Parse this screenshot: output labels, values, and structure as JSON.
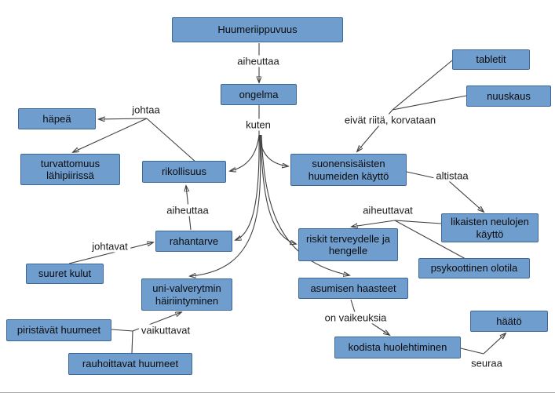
{
  "title": "Huumeriippuvuus",
  "colors": {
    "node_fill": "#6f9dce",
    "node_border": "#3c6796",
    "line": "#3f3f3f",
    "arrow": "#1a1a1a",
    "background": "#ffffff"
  },
  "nodes": {
    "huumeriippuvuus": {
      "label": "Huumeriippuvuus"
    },
    "ongelma": {
      "label": "ongelma"
    },
    "tabletit": {
      "label": "tabletit"
    },
    "nuuskaus": {
      "label": "nuuskaus"
    },
    "suonensisaisten": {
      "label": "suonensisäisten huumeiden käyttö"
    },
    "likaisten": {
      "label": "likaisten neulojen käyttö"
    },
    "psykoottinen": {
      "label": "psykoottinen olotila"
    },
    "hapea": {
      "label": "häpeä"
    },
    "turvattomuus": {
      "label": "turvattomuus lähipiirissä"
    },
    "rikollisuus": {
      "label": "rikollisuus"
    },
    "rahantarve": {
      "label": "rahantarve"
    },
    "suuret_kulut": {
      "label": "suuret kulut"
    },
    "uni_valverytmin": {
      "label": "uni-valverytmin häiriintyminen"
    },
    "riskit": {
      "label": "riskit terveydelle ja hengelle"
    },
    "asumisen": {
      "label": "asumisen haasteet"
    },
    "piristavat": {
      "label": "piristävät huumeet"
    },
    "rauhoittavat": {
      "label": "rauhoittavat huumeet"
    },
    "kodista": {
      "label": "kodista huolehtiminen"
    },
    "haato": {
      "label": "häätö"
    }
  },
  "edge_labels": {
    "aiheuttaa_top": "aiheuttaa",
    "kuten": "kuten",
    "johtaa": "johtaa",
    "eivat_riita": "eivät riitä, korvataan",
    "altistaa": "altistaa",
    "aiheuttaa_mid": "aiheuttaa",
    "aiheuttavat": "aiheuttavat",
    "johtavat": "johtavat",
    "vaikuttavat": "vaikuttavat",
    "on_vaikeuksia": "on vaikeuksia",
    "seuraa": "seuraa"
  }
}
